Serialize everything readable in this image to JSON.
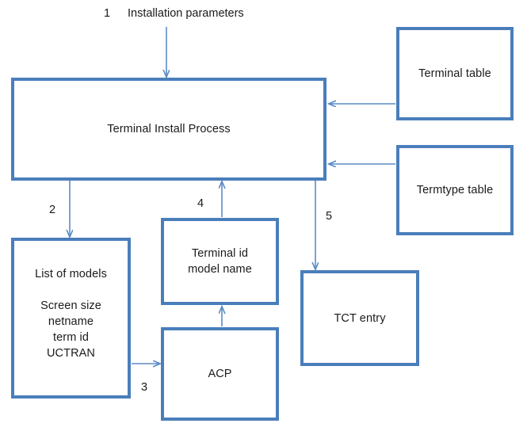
{
  "diagram": {
    "title_label": "Installation parameters",
    "colors": {
      "box_border": "#4a7ebb",
      "arrow": "#5b8bc4",
      "text": "#1a1a1a",
      "background": "#ffffff"
    },
    "boxes": {
      "terminal_install_process": "Terminal Install Process",
      "terminal_table": "Terminal table",
      "termtype_table": "Termtype table",
      "list_of_models": "List of models\n\nScreen size\nnetname\nterm id\nUCTRAN",
      "terminal_id_model_name": "Terminal id\nmodel name",
      "acp": "ACP",
      "tct_entry": "TCT entry"
    },
    "flow_numbers": {
      "one": "1",
      "two": "2",
      "three": "3",
      "four": "4",
      "five": "5"
    }
  }
}
